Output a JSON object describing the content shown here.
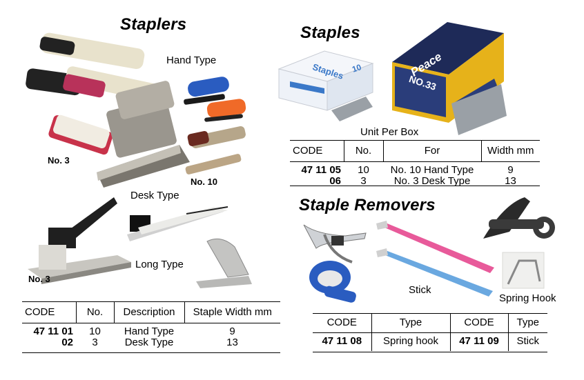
{
  "staplers": {
    "heading": "Staplers",
    "label_hand_type": "Hand Type",
    "label_desk_type": "Desk Type",
    "label_long_type": "Long Type",
    "label_no3_top": "No. 3",
    "label_no10": "No. 10",
    "label_no3_bottom": "No. 3",
    "table": {
      "headers": [
        "CODE",
        "No.",
        "Description",
        "Staple Width mm"
      ],
      "rows": [
        {
          "code": "47 11 01",
          "no": "10",
          "description": "Hand Type",
          "width": "9"
        },
        {
          "code": "02",
          "no": "3",
          "description": "Desk Type",
          "width": "13"
        }
      ]
    }
  },
  "staples": {
    "heading": "Staples",
    "box_brand_left": "Staples",
    "box_brand_right": "Peace",
    "box_number_left": "10",
    "box_number_right": "NO.33",
    "unit_label": "Unit Per Box",
    "table": {
      "headers": [
        "CODE",
        "No.",
        "For",
        "Width mm"
      ],
      "rows": [
        {
          "code": "47 11 05",
          "no": "10",
          "for": "No. 10 Hand Type",
          "width": "9"
        },
        {
          "code": "06",
          "no": "3",
          "for": "No. 3 Desk Type",
          "width": "13"
        }
      ]
    }
  },
  "removers": {
    "heading": "Staple Removers",
    "label_stick": "Stick",
    "label_spring_hook": "Spring Hook",
    "table": {
      "headers": [
        "CODE",
        "Type",
        "CODE",
        "Type"
      ],
      "row": {
        "code1": "47 11 08",
        "type1": "Spring hook",
        "code2": "47 11 09",
        "type2": "Stick"
      }
    }
  },
  "colors": {
    "stapler_beige": "#e8e2cc",
    "stapler_black": "#222222",
    "stapler_red": "#b8325a",
    "stapler_grey": "#9a968e",
    "hand_blue": "#2a5cc0",
    "hand_orange": "#f06a28",
    "staple_box_blue": "#2a3d7a",
    "staple_box_yellow": "#e6b21a",
    "remover_pink": "#e85a9a",
    "remover_blue": "#6aa8e0"
  }
}
